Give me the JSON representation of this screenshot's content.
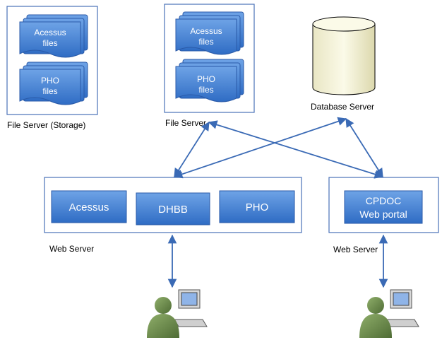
{
  "storage_server": {
    "label": "File Server (Storage)",
    "stack1": [
      "Acessus",
      "files"
    ],
    "stack2": [
      "PHO",
      "files"
    ]
  },
  "file_server": {
    "label": "File Server",
    "stack1": [
      "Acessus",
      "files"
    ],
    "stack2": [
      "PHO",
      "files"
    ]
  },
  "database": {
    "label": "Database Server"
  },
  "web_server_main": {
    "label": "Web Server",
    "apps": [
      "Acessus",
      "DHBB",
      "PHO"
    ]
  },
  "web_server_portal": {
    "label": "Web Server",
    "app_lines": [
      "CPDOC",
      "Web portal"
    ]
  },
  "colors": {
    "frame": "#4a72b8",
    "box_fill": "#3f7fd2",
    "box_edge": "#2a5aa8",
    "arrow": "#3a6ab5",
    "cylinder_fill": "#f3f1d5",
    "user_body": "#6b8a4a"
  }
}
